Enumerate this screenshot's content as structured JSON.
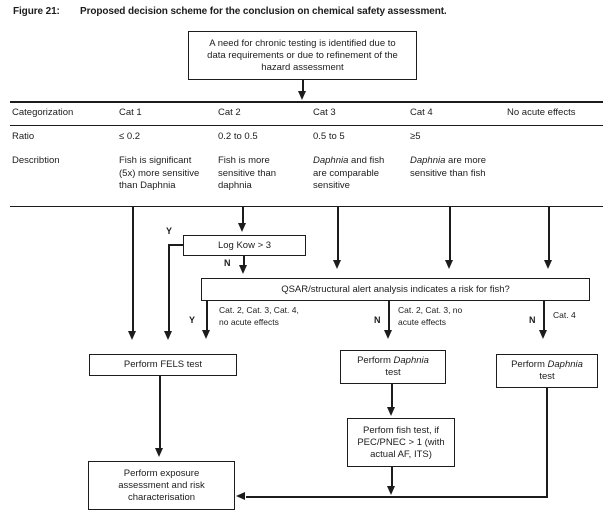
{
  "figure": {
    "label": "Figure 21:",
    "title": "Proposed decision scheme for the conclusion on chemical safety assessment."
  },
  "colors": {
    "ink": "#1c1c1c",
    "background": "#ffffff"
  },
  "table": {
    "headers": [
      "Categorization",
      "Cat 1",
      "Cat 2",
      "Cat 3",
      "Cat 4",
      "No acute effects"
    ],
    "ratio_label": "Ratio",
    "ratio_cells": [
      "≤ 0.2",
      "0.2 to 0.5",
      "0.5 to 5",
      "≥5"
    ],
    "description_label": "Describtion",
    "description_cells": [
      {
        "italic": "",
        "text": "Fish is significant\n(5x) more sensitive\nthan Daphnia"
      },
      {
        "italic": "",
        "text": "Fish is more\nsensitive than\ndaphnia"
      },
      {
        "italic": "Daphnia",
        "text": " and fish\nare comparable\nsensitive"
      },
      {
        "italic": "Daphnia",
        "text": " are more\nsensitive than fish"
      }
    ]
  },
  "flow": {
    "start_box": "A need for chronic testing is identified due to\ndata requirements or due to refinement of the\nhazard assessment",
    "log_kow_box": "Log Kow > 3",
    "qsar_box": "QSAR/structural alert analysis indicates a risk for fish?",
    "fels_box": "Perform FELS test",
    "daphnia_box_mid": {
      "pre": "Perform ",
      "italic": "Daphnia",
      "line2": "test"
    },
    "daphnia_box_right": {
      "pre": "Perform ",
      "italic": "Daphnia",
      "line2": "test"
    },
    "fish_box": "Perfom fish test, if\nPEC/PNEC > 1 (with\nactual AF, ITS)",
    "exposure_box": "Perform exposure\nassessment and risk\ncharacterisation",
    "branch_labels": {
      "logkow_yes": "Y",
      "logkow_no": "N",
      "qsar_yes": "Y",
      "qsar_no_mid": "N",
      "qsar_no_right": "N",
      "qsar_yes_caption": "Cat. 2, Cat. 3, Cat. 4,\nno acute effects",
      "qsar_no_mid_caption": "Cat. 2, Cat. 3, no\nacute effects",
      "qsar_no_right_caption": "Cat. 4"
    }
  }
}
